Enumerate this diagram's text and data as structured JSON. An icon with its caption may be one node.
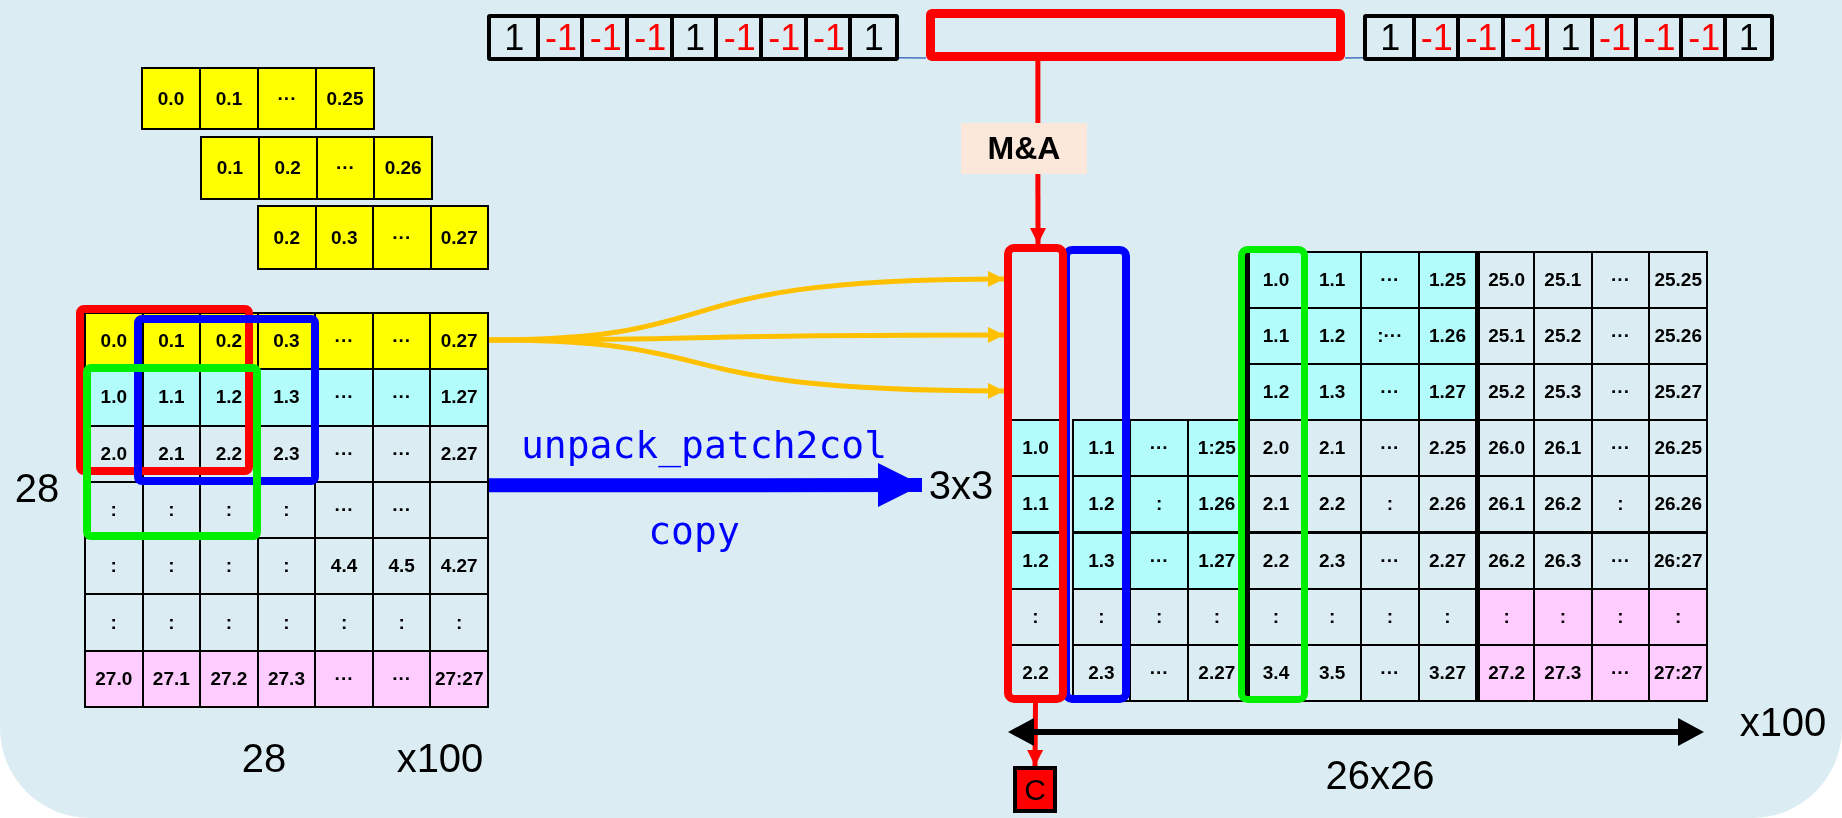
{
  "diagram": {
    "nodes": [
      {
        "text": [
          "1",
          "-1",
          "-1",
          "-1",
          "1",
          "-1",
          "-1",
          "-1",
          "1"
        ]
      },
      {
        "text": [],
        "shape": "box"
      },
      {
        "text": [
          "1",
          "-1",
          "-1",
          "-1",
          "1",
          "-1",
          "-1",
          "-1",
          "1"
        ]
      },
      {
        "text": [
          "M&A"
        ]
      },
      {
        "text": [
          "0.0",
          "0.1",
          "···",
          "0.25"
        ]
      },
      {
        "text": [
          "0.1",
          "0.2",
          "···",
          "0.26"
        ]
      },
      {
        "text": [
          "0.2",
          "0.3",
          "···",
          "0.27"
        ]
      },
      {
        "beside": [
          "28"
        ],
        "text": [
          "0.0",
          "0.1",
          "0.2",
          "0.3",
          "···",
          "···",
          "0.27",
          "1.0",
          "1.1",
          "1.2",
          "1.3",
          "···",
          "···",
          "1.27",
          "2.0",
          "2.1",
          "2.2",
          "2.3",
          "···",
          "···",
          "2.27",
          ":",
          ":",
          ":",
          ":",
          "···",
          "···",
          ":",
          ":",
          ":",
          ":",
          "4.4",
          "4.5",
          "4.27",
          ":",
          ":",
          ":",
          ":",
          ":",
          ":",
          ":",
          "27.0",
          "27.1",
          "27.2",
          "27.3",
          "···",
          "···",
          "27:27"
        ]
      },
      {
        "text": [
          "3x3"
        ]
      },
      {
        "text": [
          "1.0",
          "1.1",
          "···",
          "1.25",
          "25.0",
          "25.1",
          "···",
          "25.25",
          "1.1",
          "1.2",
          ":···",
          "1.26",
          "25.1",
          "25.2",
          "···",
          "25.26",
          "1.2",
          "1.3",
          "···",
          "1.27",
          "25.2",
          "25.3",
          "···",
          "25.27",
          "1.1",
          "···",
          "1:25",
          "2.0",
          "2.1",
          "···",
          "2.25",
          "26.0",
          "26.1",
          "···",
          "26.25",
          "1.2",
          ":",
          "1.26",
          "2.1",
          "2.2",
          ":",
          "2.26",
          "26.1",
          "26.2",
          ":",
          "26.26",
          "1.3",
          "···",
          "1.27",
          "2.2",
          "2.3",
          "···",
          "2.27",
          "26.2",
          "26.3",
          "···",
          "26:27",
          ":",
          ":",
          ":",
          ":",
          ":",
          ":",
          ":",
          ":",
          ":",
          ":",
          ":",
          "2.3",
          "···",
          "2.27",
          "3.4",
          "3.5",
          "···",
          "3.27",
          "27.2",
          "27.3",
          "···",
          "27:27"
        ]
      },
      {
        "text": [
          "1.0",
          "1.1",
          "1.2",
          ":",
          "2.2"
        ]
      },
      {
        "text": [
          "C"
        ]
      }
    ],
    "edges": [
      {
        "from": 0,
        "to": 1,
        "arrow": "none",
        "color": "#4472c4"
      },
      {
        "from": 1,
        "to": 2,
        "arrow": "none",
        "color": "#4472c4"
      },
      {
        "from": 1,
        "to": 3,
        "arrow": "none",
        "color": "#ff0000"
      },
      {
        "from": 3,
        "to": 10,
        "arrow": "to",
        "color": "#ff0000"
      },
      {
        "from": 7,
        "to": 10,
        "arrow": "to",
        "color": "#ffc000"
      },
      {
        "from": 7,
        "to": 10,
        "arrow": "to",
        "color": "#ffc000"
      },
      {
        "from": 7,
        "to": 10,
        "arrow": "to",
        "color": "#ffc000"
      },
      {
        "from": 7,
        "to": 8,
        "arrow": "to",
        "label": "unpack_patch2col",
        "style": "thick",
        "color": "#0000ff"
      },
      {
        "from": 10,
        "to": 11,
        "arrow": "to",
        "color": "#ff0000"
      }
    ],
    "labels": [
      "copy",
      "x100",
      "28",
      "x100",
      "26x26"
    ]
  }
}
